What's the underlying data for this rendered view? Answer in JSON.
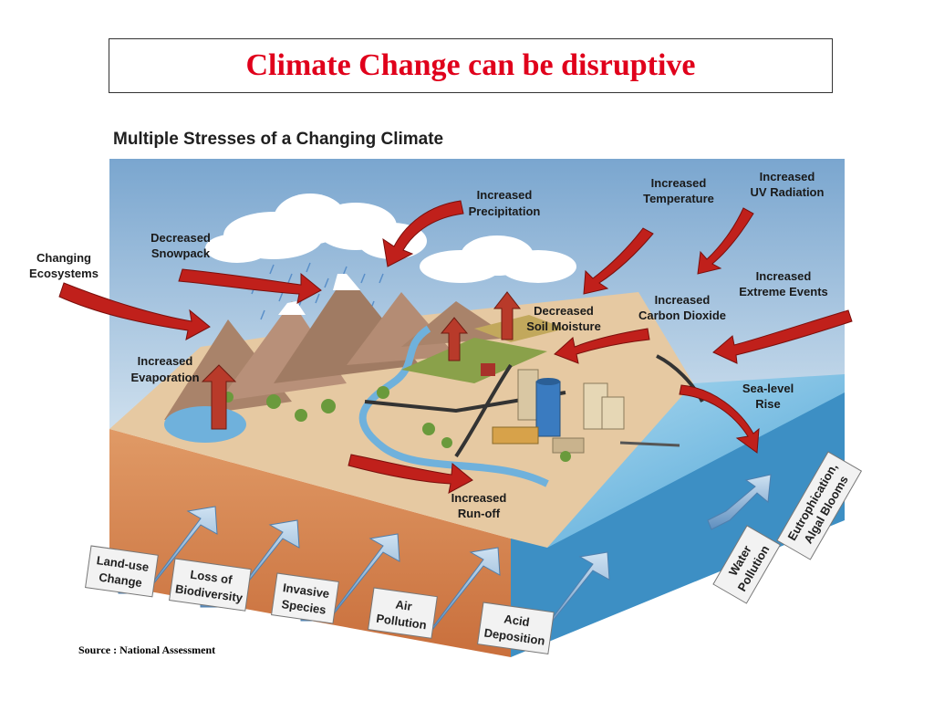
{
  "slide": {
    "title": "Climate Change can be disruptive",
    "title_color": "#e0001b",
    "source": "Source : National Assessment"
  },
  "diagram": {
    "heading": "Multiple Stresses of a Changing Climate",
    "labels": {
      "changing_ecosystems": [
        "Changing",
        "Ecosystems"
      ],
      "decreased_snowpack": [
        "Decreased",
        "Snowpack"
      ],
      "increased_precipitation": [
        "Increased",
        "Precipitation"
      ],
      "increased_temperature": [
        "Increased",
        "Temperature"
      ],
      "increased_uv": [
        "Increased",
        "UV Radiation"
      ],
      "increased_extreme": [
        "Increased",
        "Extreme Events"
      ],
      "increased_co2": [
        "Increased",
        "Carbon Dioxide"
      ],
      "decreased_soil": [
        "Decreased",
        "Soil Moisture"
      ],
      "increased_evaporation": [
        "Increased",
        "Evaporation"
      ],
      "sea_level": [
        "Sea-level",
        "Rise"
      ],
      "runoff": [
        "Increased",
        "Run-off"
      ]
    },
    "bottom_stresses": [
      [
        "Land-use",
        "Change"
      ],
      [
        "Loss of",
        "Biodiversity"
      ],
      [
        "Invasive",
        "Species"
      ],
      [
        "Air",
        "Pollution"
      ],
      [
        "Acid",
        "Deposition"
      ]
    ],
    "side_stresses": [
      [
        "Water",
        "Pollution"
      ],
      [
        "Eutrophication,",
        "Algal Blooms"
      ]
    ],
    "colors": {
      "sky": "#8fb4d6",
      "land": "#e8c7a0",
      "soil": "#d88a55",
      "water": "#8ec6e6",
      "mountain": "#b08a70",
      "arrow": "#c0201b",
      "label": "#1a1a1a",
      "stress_arrow": "#8ab2d6"
    }
  }
}
